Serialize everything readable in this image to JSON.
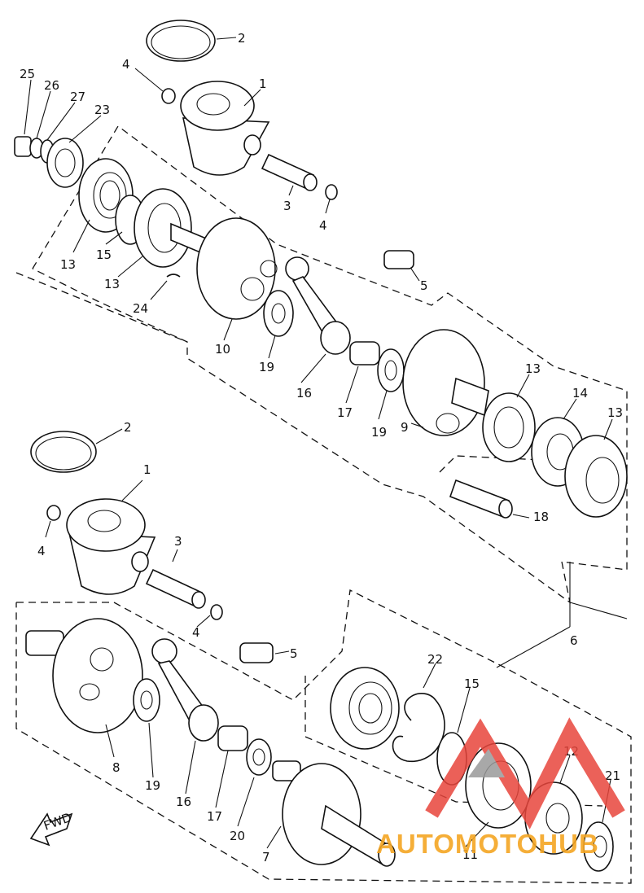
{
  "callouts": {
    "top": [
      "25",
      "26",
      "27",
      "23",
      "4",
      "2",
      "1",
      "3",
      "4",
      "13",
      "15",
      "13",
      "24",
      "10",
      "19",
      "16",
      "17",
      "19",
      "9",
      "13",
      "14",
      "13",
      "18",
      "5"
    ],
    "bottom": [
      "2",
      "1",
      "4",
      "3",
      "4",
      "5",
      "8",
      "19",
      "16",
      "17",
      "20",
      "7",
      "22",
      "15",
      "12",
      "21",
      "11",
      "6"
    ]
  },
  "fwd_label": "FWD",
  "watermark": {
    "text": "AUTOMOTOHUB",
    "colors": {
      "red": "#e8453c",
      "orange": "#f5a623",
      "gray": "#9a9a9a"
    }
  }
}
